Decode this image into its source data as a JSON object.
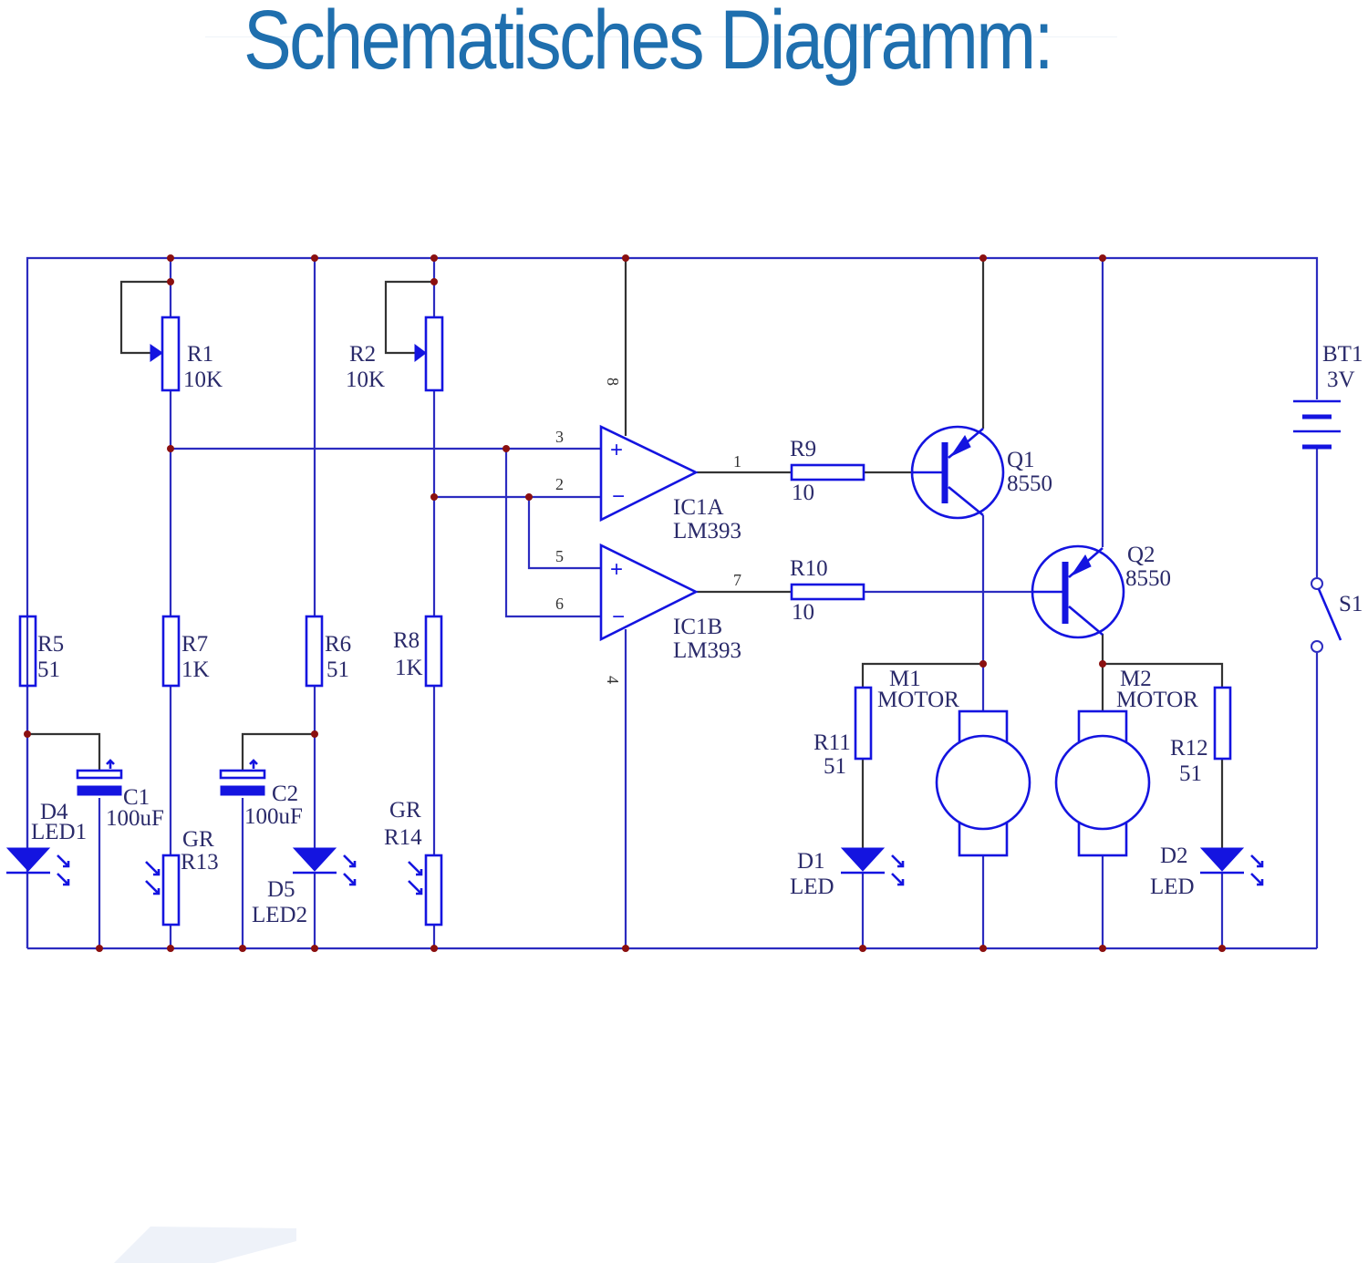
{
  "title": "Schematisches Diagramm:",
  "colors": {
    "title": "#1f6fae",
    "wire": "#2c2cc0",
    "component": "#1414e0",
    "junction": "#8b1010"
  },
  "components": {
    "R1": {
      "ref": "R1",
      "value": "10K",
      "type": "potentiometer"
    },
    "R2": {
      "ref": "R2",
      "value": "10K",
      "type": "potentiometer"
    },
    "R5": {
      "ref": "R5",
      "value": "51",
      "type": "resistor"
    },
    "R6": {
      "ref": "R6",
      "value": "51",
      "type": "resistor"
    },
    "R7": {
      "ref": "R7",
      "value": "1K",
      "type": "resistor"
    },
    "R8": {
      "ref": "R8",
      "value": "1K",
      "type": "resistor"
    },
    "R9": {
      "ref": "R9",
      "value": "10",
      "type": "resistor"
    },
    "R10": {
      "ref": "R10",
      "value": "10",
      "type": "resistor"
    },
    "R11": {
      "ref": "R11",
      "value": "51",
      "type": "resistor"
    },
    "R12": {
      "ref": "R12",
      "value": "51",
      "type": "resistor"
    },
    "R13": {
      "ref": "R13",
      "value": "GR",
      "type": "photoresistor"
    },
    "R14": {
      "ref": "R14",
      "value": "GR",
      "type": "photoresistor"
    },
    "C1": {
      "ref": "C1",
      "value": "100uF",
      "type": "electrolytic-capacitor"
    },
    "C2": {
      "ref": "C2",
      "value": "100uF",
      "type": "electrolytic-capacitor"
    },
    "D1": {
      "ref": "D1",
      "value": "LED",
      "type": "led"
    },
    "D2": {
      "ref": "D2",
      "value": "LED",
      "type": "led"
    },
    "D4": {
      "ref": "D4",
      "value": "LED1",
      "type": "led"
    },
    "D5": {
      "ref": "D5",
      "value": "LED2",
      "type": "led"
    },
    "IC1A": {
      "ref": "IC1A",
      "value": "LM393",
      "type": "comparator"
    },
    "IC1B": {
      "ref": "IC1B",
      "value": "LM393",
      "type": "comparator"
    },
    "Q1": {
      "ref": "Q1",
      "value": "8550",
      "type": "pnp-transistor"
    },
    "Q2": {
      "ref": "Q2",
      "value": "8550",
      "type": "pnp-transistor"
    },
    "M1": {
      "ref": "M1",
      "value": "MOTOR",
      "type": "motor"
    },
    "M2": {
      "ref": "M2",
      "value": "MOTOR",
      "type": "motor"
    },
    "BT1": {
      "ref": "BT1",
      "value": "3V",
      "type": "battery"
    },
    "S1": {
      "ref": "S1",
      "value": "",
      "type": "switch"
    }
  },
  "pins": {
    "p1": "1",
    "p2": "2",
    "p3": "3",
    "p4": "4",
    "p5": "5",
    "p6": "6",
    "p7": "7",
    "p8": "8"
  },
  "symbols": {
    "plus": "+",
    "minus": "−"
  }
}
